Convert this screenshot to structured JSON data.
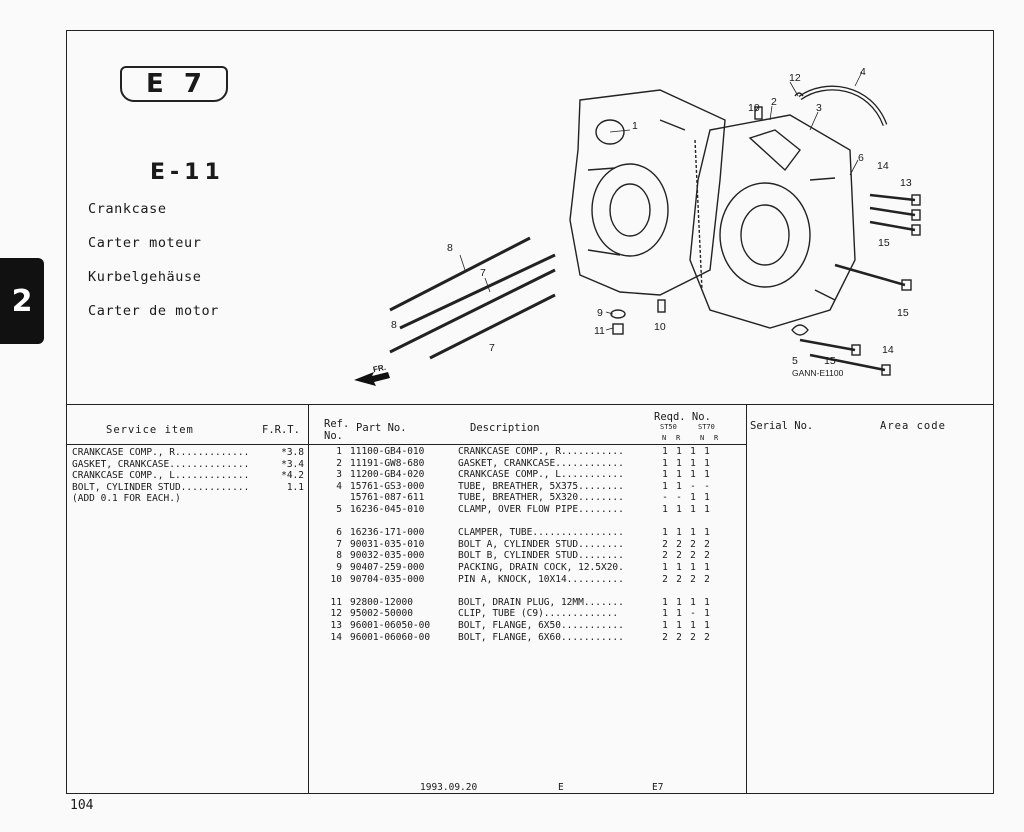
{
  "side_tab": "2",
  "header": {
    "badge_letter": "E",
    "badge_number": "7",
    "section": "E-11",
    "titles": [
      "Crankcase",
      "Carter moteur",
      "Kurbelgehäuse",
      "Carter de motor"
    ]
  },
  "diagram": {
    "labels": [
      "12",
      "4",
      "10",
      "2",
      "3",
      "1",
      "6",
      "14",
      "13",
      "15",
      "8",
      "7",
      "9",
      "11",
      "10",
      "8",
      "7",
      "15",
      "5",
      "15",
      "14"
    ],
    "direction": "FR.",
    "figure_code": "GANN-E1100"
  },
  "table": {
    "service_header": "Service item",
    "frt_header": "F.R.T.",
    "ref_header": "Ref. No.",
    "partno_header": "Part No.",
    "desc_header": "Description",
    "reqd_header": "Reqd. No.",
    "model_a": "ST50",
    "model_b": "ST70",
    "cols": [
      "N",
      "R",
      "N",
      "R"
    ],
    "serial_header": "Serial No.",
    "area_header": "Area code",
    "service_items": [
      {
        "name": "CRANKCASE COMP., R.............",
        "frt": "*3.8"
      },
      {
        "name": "GASKET, CRANKCASE..............",
        "frt": "*3.4"
      },
      {
        "name": "CRANKCASE COMP., L.............",
        "frt": "*4.2"
      },
      {
        "name": "BOLT, CYLINDER STUD............",
        "frt": "1.1"
      },
      {
        "name": "(ADD 0.1 FOR EACH.)",
        "frt": ""
      }
    ],
    "parts": [
      {
        "ref": "1",
        "pno": "11100-GB4-010",
        "desc": "CRANKCASE COMP., R...........",
        "q": [
          "1",
          "1",
          "1",
          "1"
        ]
      },
      {
        "ref": "2",
        "pno": "11191-GW8-680",
        "desc": "GASKET, CRANKCASE............",
        "q": [
          "1",
          "1",
          "1",
          "1"
        ]
      },
      {
        "ref": "3",
        "pno": "11200-GB4-020",
        "desc": "CRANKCASE COMP., L...........",
        "q": [
          "1",
          "1",
          "1",
          "1"
        ]
      },
      {
        "ref": "4",
        "pno": "15761-GS3-000",
        "desc": "TUBE, BREATHER, 5X375........",
        "q": [
          "1",
          "1",
          "-",
          "-"
        ]
      },
      {
        "ref": "",
        "pno": "15761-087-611",
        "desc": "TUBE, BREATHER, 5X320........",
        "q": [
          "-",
          "-",
          "1",
          "1"
        ]
      },
      {
        "ref": "5",
        "pno": "16236-045-010",
        "desc": "CLAMP, OVER FLOW PIPE........",
        "q": [
          "1",
          "1",
          "1",
          "1"
        ]
      },
      {
        "ref": "6",
        "pno": "16236-171-000",
        "desc": "CLAMPER, TUBE................",
        "q": [
          "1",
          "1",
          "1",
          "1"
        ],
        "gap": true
      },
      {
        "ref": "7",
        "pno": "90031-035-010",
        "desc": "BOLT A, CYLINDER STUD........",
        "q": [
          "2",
          "2",
          "2",
          "2"
        ]
      },
      {
        "ref": "8",
        "pno": "90032-035-000",
        "desc": "BOLT B, CYLINDER STUD........",
        "q": [
          "2",
          "2",
          "2",
          "2"
        ]
      },
      {
        "ref": "9",
        "pno": "90407-259-000",
        "desc": "PACKING, DRAIN COCK, 12.5X20.",
        "q": [
          "1",
          "1",
          "1",
          "1"
        ]
      },
      {
        "ref": "10",
        "pno": "90704-035-000",
        "desc": "PIN A, KNOCK, 10X14..........",
        "q": [
          "2",
          "2",
          "2",
          "2"
        ]
      },
      {
        "ref": "11",
        "pno": "92800-12000",
        "desc": "BOLT, DRAIN PLUG, 12MM.......",
        "q": [
          "1",
          "1",
          "1",
          "1"
        ],
        "gap": true
      },
      {
        "ref": "12",
        "pno": "95002-50000",
        "desc": "CLIP, TUBE (C9).............",
        "q": [
          "1",
          "1",
          "-",
          "1"
        ]
      },
      {
        "ref": "13",
        "pno": "96001-06050-00",
        "desc": "BOLT, FLANGE, 6X50...........",
        "q": [
          "1",
          "1",
          "1",
          "1"
        ]
      },
      {
        "ref": "14",
        "pno": "96001-06060-00",
        "desc": "BOLT, FLANGE, 6X60...........",
        "q": [
          "2",
          "2",
          "2",
          "2"
        ]
      }
    ]
  },
  "footer": {
    "date": "1993.09.20",
    "letter": "E",
    "code": "E7"
  },
  "page_number": "104"
}
